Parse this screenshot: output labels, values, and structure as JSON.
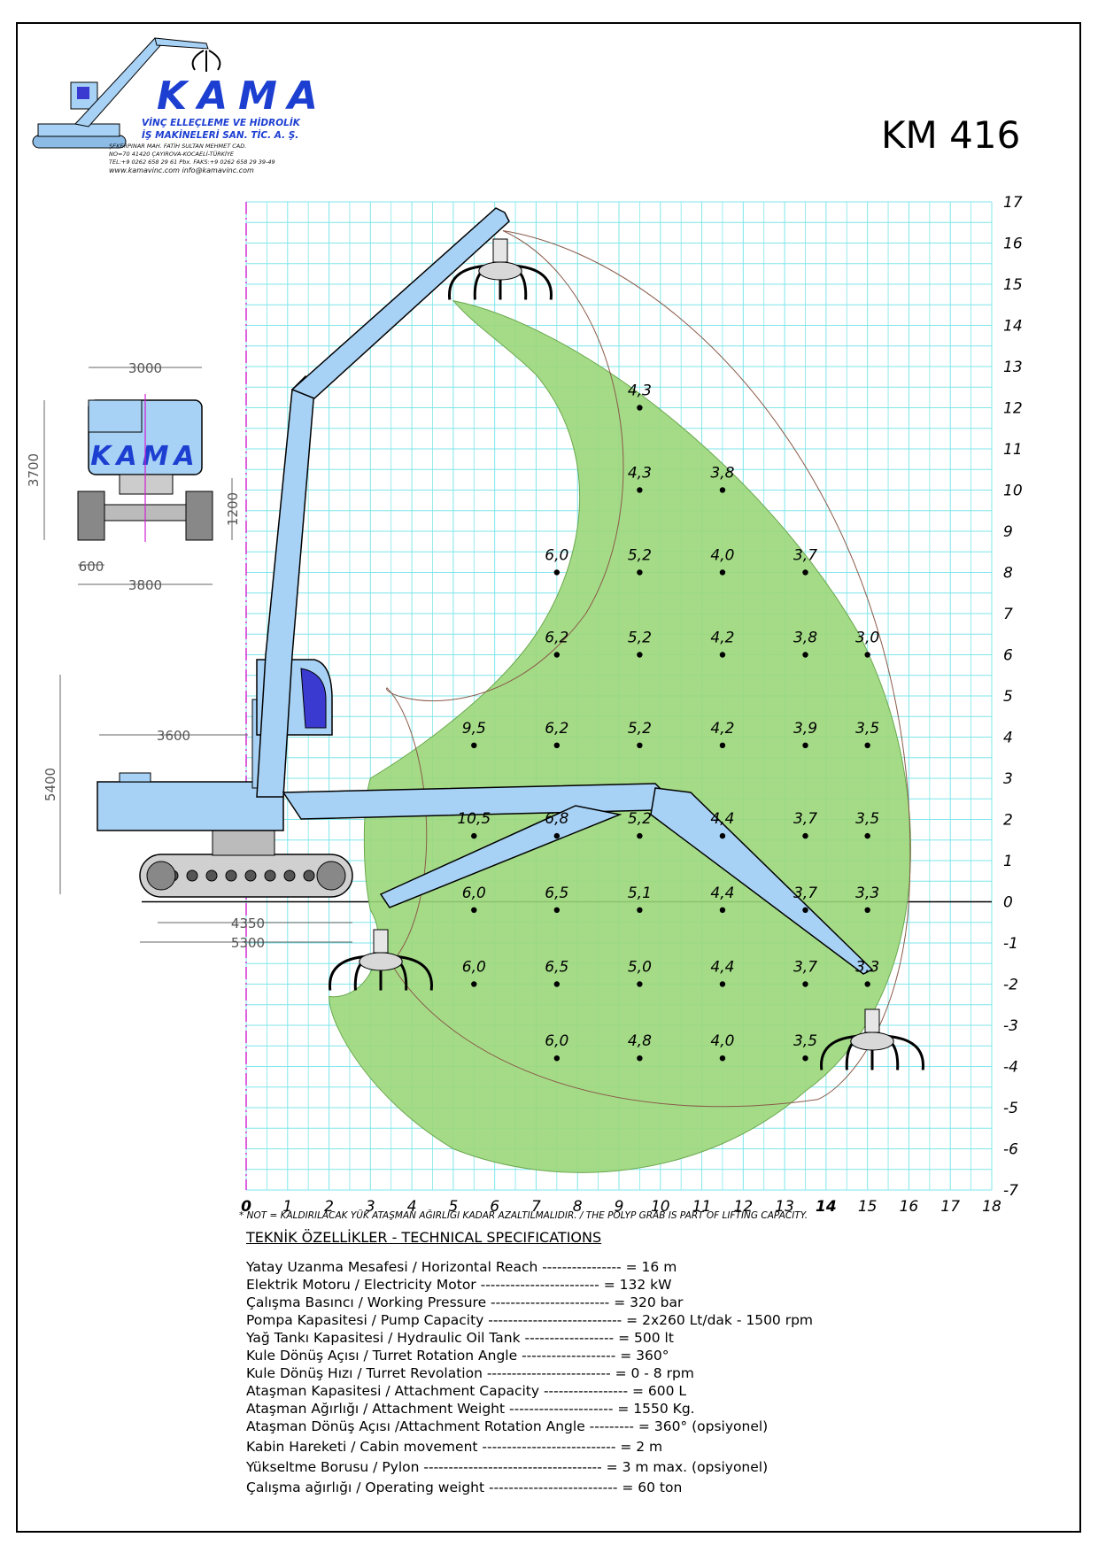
{
  "header": {
    "model": "KM 416",
    "logo": {
      "brand": "KAMA",
      "line1": "VİNÇ ELLEÇLEME VE HİDROLİK",
      "line2": "İŞ MAKİNELERİ SAN. TİC. A. Ş.",
      "address1": "ŞEKERPINAR MAH. FATİH SULTAN MEHMET CAD.",
      "address2": "NO=70        41420 ÇAYIROVA-KOCAELİ-TÜRKİYE",
      "phone": "TEL:+9 0262 658 29 61 Pbx.  FAKS:+9 0262 658 29 39-49",
      "web": "www.kamavinc.com     info@kamavinc.com"
    }
  },
  "dimensions": {
    "front_width": "3000",
    "front_height": "3700",
    "track_height": "1200",
    "track_width": "600",
    "track_gauge": "3800",
    "side_cab_height": "5400",
    "side_length": "3600",
    "track_length_1": "4350",
    "track_length_2": "5300"
  },
  "chart_data": {
    "type": "scatter",
    "x_range": [
      0,
      18
    ],
    "y_range": [
      -7,
      17
    ],
    "x_ticks": [
      "0",
      "1",
      "2",
      "3",
      "4",
      "5",
      "6",
      "7",
      "8",
      "9",
      "10",
      "11",
      "12",
      "13",
      "14",
      "15",
      "16",
      "17",
      "18"
    ],
    "y_ticks": [
      "17",
      "16",
      "15",
      "14",
      "13",
      "12",
      "11",
      "10",
      "9",
      "8",
      "7",
      "6",
      "5",
      "4",
      "3",
      "2",
      "1",
      "0",
      "-1",
      "-2",
      "-3",
      "-4",
      "-5",
      "-6",
      "-7"
    ],
    "grid": true,
    "work_area_color": "#9bd77a",
    "grid_color": "#7fe6ea",
    "machine_color": "#a8d2f5",
    "points": [
      {
        "x": 9.5,
        "y": 12,
        "label": "4,3"
      },
      {
        "x": 9.5,
        "y": 10,
        "label": "4,3"
      },
      {
        "x": 11.5,
        "y": 10,
        "label": "3,8"
      },
      {
        "x": 7.5,
        "y": 8,
        "label": "6,0"
      },
      {
        "x": 9.5,
        "y": 8,
        "label": "5,2"
      },
      {
        "x": 11.5,
        "y": 8,
        "label": "4,0"
      },
      {
        "x": 13.5,
        "y": 8,
        "label": "3,7"
      },
      {
        "x": 7.5,
        "y": 6,
        "label": "6,2"
      },
      {
        "x": 9.5,
        "y": 6,
        "label": "5,2"
      },
      {
        "x": 11.5,
        "y": 6,
        "label": "4,2"
      },
      {
        "x": 13.5,
        "y": 6,
        "label": "3,8"
      },
      {
        "x": 15,
        "y": 6,
        "label": "3,0"
      },
      {
        "x": 5.5,
        "y": 3.8,
        "label": "9,5"
      },
      {
        "x": 7.5,
        "y": 3.8,
        "label": "6,2"
      },
      {
        "x": 9.5,
        "y": 3.8,
        "label": "5,2"
      },
      {
        "x": 11.5,
        "y": 3.8,
        "label": "4,2"
      },
      {
        "x": 13.5,
        "y": 3.8,
        "label": "3,9"
      },
      {
        "x": 15,
        "y": 3.8,
        "label": "3,5"
      },
      {
        "x": 5.5,
        "y": 1.6,
        "label": "10,5"
      },
      {
        "x": 7.5,
        "y": 1.6,
        "label": "6,8"
      },
      {
        "x": 9.5,
        "y": 1.6,
        "label": "5,2"
      },
      {
        "x": 11.5,
        "y": 1.6,
        "label": "4,4"
      },
      {
        "x": 13.5,
        "y": 1.6,
        "label": "3,7"
      },
      {
        "x": 15,
        "y": 1.6,
        "label": "3,5"
      },
      {
        "x": 5.5,
        "y": -0.2,
        "label": "6,0"
      },
      {
        "x": 7.5,
        "y": -0.2,
        "label": "6,5"
      },
      {
        "x": 9.5,
        "y": -0.2,
        "label": "5,1"
      },
      {
        "x": 11.5,
        "y": -0.2,
        "label": "4,4"
      },
      {
        "x": 13.5,
        "y": -0.2,
        "label": "3,7"
      },
      {
        "x": 15,
        "y": -0.2,
        "label": "3,3"
      },
      {
        "x": 5.5,
        "y": -2,
        "label": "6,0"
      },
      {
        "x": 7.5,
        "y": -2,
        "label": "6,5"
      },
      {
        "x": 9.5,
        "y": -2,
        "label": "5,0"
      },
      {
        "x": 11.5,
        "y": -2,
        "label": "4,4"
      },
      {
        "x": 13.5,
        "y": -2,
        "label": "3,7"
      },
      {
        "x": 15,
        "y": -2,
        "label": "3,3"
      },
      {
        "x": 7.5,
        "y": -3.8,
        "label": "6,0"
      },
      {
        "x": 9.5,
        "y": -3.8,
        "label": "4,8"
      },
      {
        "x": 11.5,
        "y": -3.8,
        "label": "4,0"
      },
      {
        "x": 13.5,
        "y": -3.8,
        "label": "3,5"
      }
    ]
  },
  "note": "* NOT = KALDIRILACAK YÜK ATAŞMAN AĞIRLIĞI KADAR AZALTILMALIDIR. / THE POLYP GRAB IS PART OF LIFTING CAPACITY.",
  "specs": {
    "title": "TEKNİK ÖZELLİKLER - TECHNICAL SPECIFICATIONS",
    "rows": [
      {
        "text": "Yatay Uzanma Mesafesi / Horizontal Reach ---------------- = 16 m"
      },
      {
        "text": "Elektrik Motoru / Electricity Motor ------------------------ = 132 kW"
      },
      {
        "text": "Çalışma Basıncı / Working Pressure ------------------------ = 320 bar"
      },
      {
        "text": "Pompa Kapasitesi / Pump Capacity --------------------------- = 2x260 Lt/dak - 1500 rpm"
      },
      {
        "text": "Yağ Tankı Kapasitesi / Hydraulic Oil Tank ------------------ = 500 lt"
      },
      {
        "text": "Kule Dönüş Açısı / Turret Rotation Angle ------------------- = 360°"
      },
      {
        "text": "Kule Dönüş Hızı / Turret Revolation ------------------------- = 0 - 8 rpm"
      },
      {
        "text": "Ataşman Kapasitesi / Attachment Capacity ----------------- = 600 L"
      },
      {
        "text": "Ataşman Ağırlığı / Attachment Weight --------------------- = 1550 Kg."
      },
      {
        "text": "Ataşman Dönüş Açısı /Attachment Rotation Angle --------- = 360° (opsiyonel)"
      },
      {
        "text": "Kabin Hareketi / Cabin movement --------------------------- = 2 m"
      },
      {
        "text": "Yükseltme Borusu / Pylon ------------------------------------ = 3 m max. (opsiyonel)"
      },
      {
        "text": "Çalışma ağırlığı / Operating weight -------------------------- = 60 ton"
      }
    ]
  }
}
